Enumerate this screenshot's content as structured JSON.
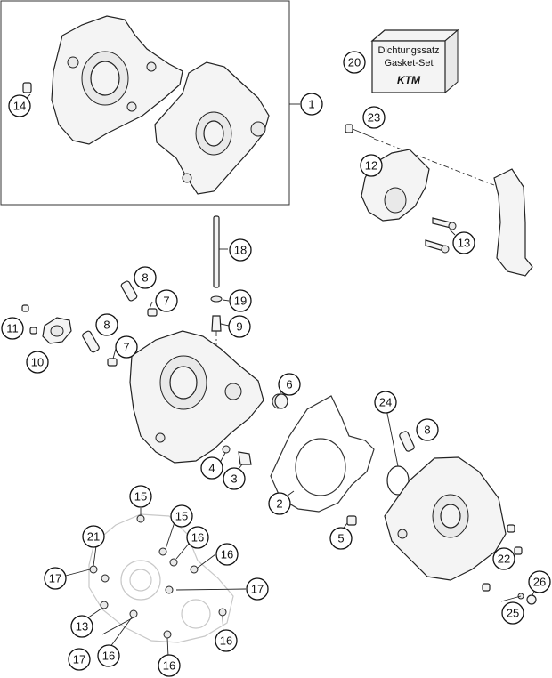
{
  "gasket_box": {
    "line1": "Dichtungssatz",
    "line2": "Gasket-Set",
    "brand": "KTM"
  },
  "callouts": [
    {
      "id": "c1",
      "label": "1"
    },
    {
      "id": "c2",
      "label": "2"
    },
    {
      "id": "c3",
      "label": "3"
    },
    {
      "id": "c4",
      "label": "4"
    },
    {
      "id": "c5",
      "label": "5"
    },
    {
      "id": "c6",
      "label": "6"
    },
    {
      "id": "c7a",
      "label": "7"
    },
    {
      "id": "c7b",
      "label": "7"
    },
    {
      "id": "c8a",
      "label": "8"
    },
    {
      "id": "c8b",
      "label": "8"
    },
    {
      "id": "c8c",
      "label": "8"
    },
    {
      "id": "c9",
      "label": "9"
    },
    {
      "id": "c10",
      "label": "10"
    },
    {
      "id": "c11",
      "label": "11"
    },
    {
      "id": "c12",
      "label": "12"
    },
    {
      "id": "c13a",
      "label": "13"
    },
    {
      "id": "c13b",
      "label": "13"
    },
    {
      "id": "c14",
      "label": "14"
    },
    {
      "id": "c15a",
      "label": "15"
    },
    {
      "id": "c15b",
      "label": "15"
    },
    {
      "id": "c16a",
      "label": "16"
    },
    {
      "id": "c16b",
      "label": "16"
    },
    {
      "id": "c16c",
      "label": "16"
    },
    {
      "id": "c16d",
      "label": "16"
    },
    {
      "id": "c16e",
      "label": "16"
    },
    {
      "id": "c17a",
      "label": "17"
    },
    {
      "id": "c17b",
      "label": "17"
    },
    {
      "id": "c17c",
      "label": "17"
    },
    {
      "id": "c18",
      "label": "18"
    },
    {
      "id": "c19",
      "label": "19"
    },
    {
      "id": "c20",
      "label": "20"
    },
    {
      "id": "c21",
      "label": "21"
    },
    {
      "id": "c22",
      "label": "22"
    },
    {
      "id": "c23",
      "label": "23"
    },
    {
      "id": "c24",
      "label": "24"
    },
    {
      "id": "c25",
      "label": "25"
    },
    {
      "id": "c26",
      "label": "26"
    }
  ]
}
